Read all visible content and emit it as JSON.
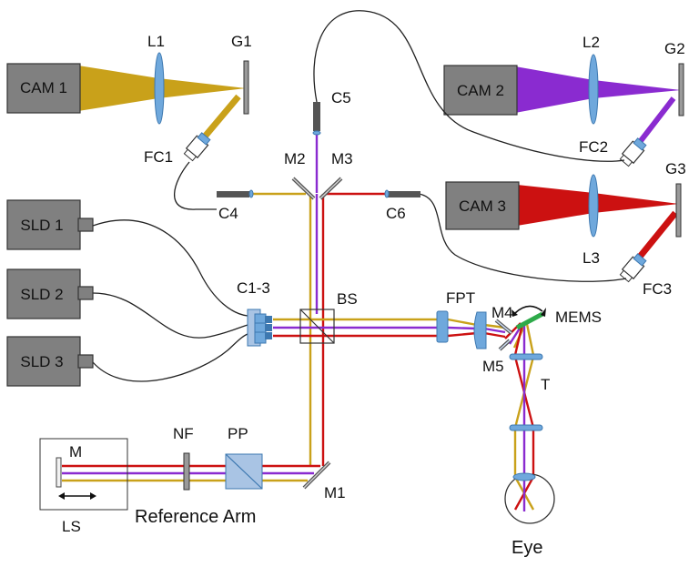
{
  "colors": {
    "cam1_beam": "#c9a11a",
    "cam2_beam": "#8a2bd0",
    "cam3_beam": "#cc1111",
    "gold": "#c9a11a",
    "purple": "#8a2bd0",
    "red": "#cc1111",
    "lens": "#6fa8dc",
    "lens_edge": "#3d78b0",
    "box_fill": "#808080",
    "box_edge": "#333333",
    "mems": "#2eaa4a",
    "prism": "#a9c4e4"
  },
  "labels": {
    "cam1": "CAM 1",
    "cam2": "CAM 2",
    "cam3": "CAM 3",
    "sld1": "SLD 1",
    "sld2": "SLD 2",
    "sld3": "SLD 3",
    "l1": "L1",
    "l2": "L2",
    "l3": "L3",
    "g1": "G1",
    "g2": "G2",
    "g3": "G3",
    "fc1": "FC1",
    "fc2": "FC2",
    "fc3": "FC3",
    "c4": "C4",
    "c5": "C5",
    "c6": "C6",
    "c13": "C1-3",
    "m2": "M2",
    "m3": "M3",
    "bs": "BS",
    "fpt": "FPT",
    "m4": "M4",
    "m5": "M5",
    "mems": "MEMS",
    "t": "T",
    "nf": "NF",
    "pp": "PP",
    "m": "M",
    "m1": "M1",
    "ls": "LS",
    "reference_arm": "Reference Arm",
    "eye": "Eye"
  }
}
